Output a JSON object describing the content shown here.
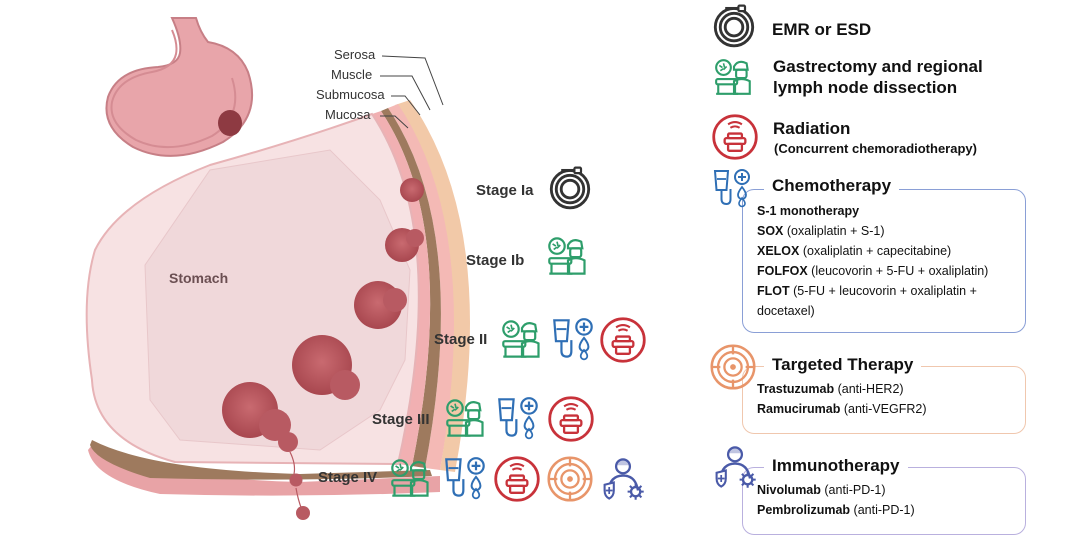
{
  "layers": {
    "serosa": "Serosa",
    "muscle": "Muscle",
    "submucosa": "Submucosa",
    "mucosa": "Mucosa"
  },
  "stomach_label": "Stomach",
  "stages": [
    {
      "label": "Stage Ia",
      "icons": [
        "emr-esd-icon"
      ]
    },
    {
      "label": "Stage Ib",
      "icons": [
        "surgery-icon"
      ]
    },
    {
      "label": "Stage II",
      "icons": [
        "surgery-icon",
        "chemotherapy-icon",
        "radiation-icon"
      ]
    },
    {
      "label": "Stage III",
      "icons": [
        "surgery-icon",
        "chemotherapy-icon",
        "radiation-icon"
      ]
    },
    {
      "label": "Stage IV",
      "icons": [
        "surgery-icon",
        "chemotherapy-icon",
        "radiation-icon",
        "targeted-therapy-icon",
        "immunotherapy-icon"
      ]
    }
  ],
  "legend": {
    "emr": {
      "title": "EMR or ESD"
    },
    "surgery": {
      "title_line1": "Gastrectomy and regional",
      "title_line2": "lymph node dissection"
    },
    "radiation": {
      "title": "Radiation",
      "subtitle": "(Concurrent chemoradiotherapy)"
    },
    "chemotherapy": {
      "title": "Chemotherapy",
      "items": [
        {
          "bold": "S-1 monotherapy",
          "rest": ""
        },
        {
          "bold": "SOX",
          "rest": " (oxaliplatin + S-1)"
        },
        {
          "bold": "XELOX",
          "rest": " (oxaliplatin + capecitabine)"
        },
        {
          "bold": "FOLFOX",
          "rest": " (leucovorin + 5-FU + oxaliplatin)"
        },
        {
          "bold": "FLOT",
          "rest": " (5-FU + leucovorin + oxaliplatin +"
        },
        {
          "bold": "",
          "rest": "docetaxel)"
        }
      ]
    },
    "targeted": {
      "title": "Targeted Therapy",
      "items": [
        {
          "bold": "Trastuzumab",
          "rest": " (anti-HER2)"
        },
        {
          "bold": "Ramucirumab",
          "rest": " (anti-VEGFR2)"
        }
      ]
    },
    "immuno": {
      "title": "Immunotherapy",
      "items": [
        {
          "bold": "Nivolumab",
          "rest": " (anti-PD-1)"
        },
        {
          "bold": "Pembrolizumab",
          "rest": " (anti-PD-1)"
        }
      ]
    }
  },
  "colors": {
    "emr": "#333333",
    "surgery": "#2e9e6b",
    "chemotherapy": "#2f6fb5",
    "radiation": "#c8323a",
    "targeted": "#e8956a",
    "immuno": "#4a5aa8",
    "chemo_box": "#8a9fd6",
    "targeted_box": "#f0c7ae",
    "immuno_box": "#b9b0de"
  }
}
